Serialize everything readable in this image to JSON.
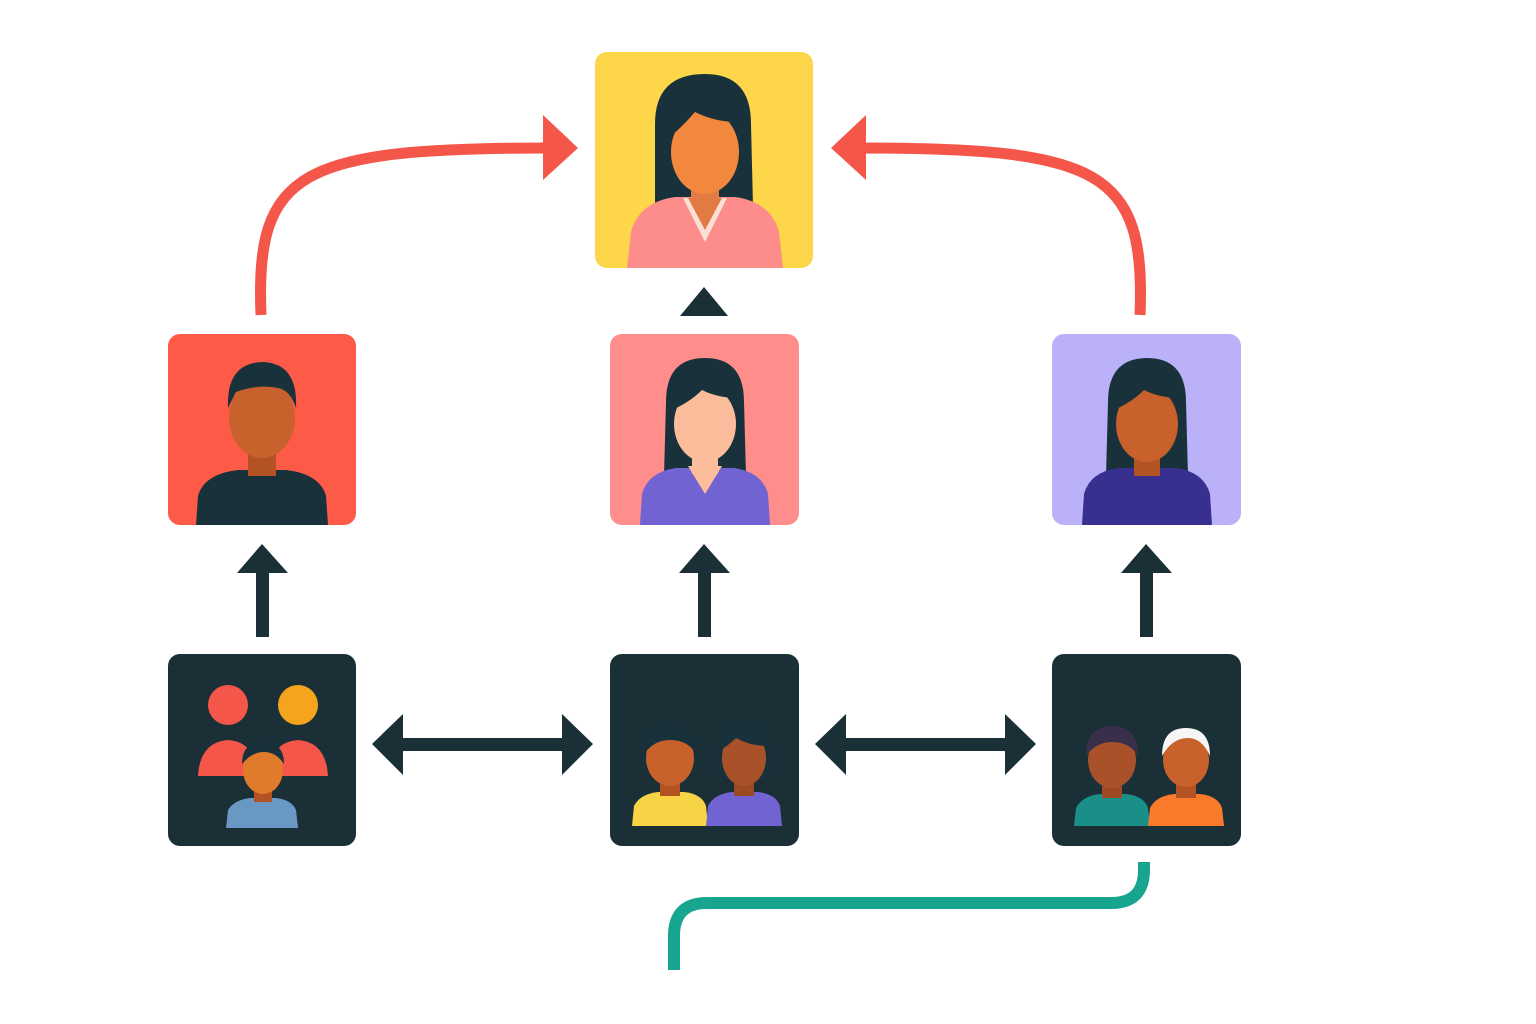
{
  "colors": {
    "arrow_dark": "#1b2f37",
    "arrow_red": "#f4574a",
    "line_teal": "#17a58f",
    "top_bg": "#fdd64a",
    "mid_left_bg": "#fd5b47",
    "mid_center_bg": "#fe8d8b",
    "mid_right_bg": "#bab1f8",
    "bottom_bg": "#1b2f37"
  },
  "nodes": [
    {
      "id": "top",
      "icon": "woman-avatar-icon"
    },
    {
      "id": "mid-left",
      "icon": "man-avatar-icon"
    },
    {
      "id": "mid-center",
      "icon": "woman-avatar-icon"
    },
    {
      "id": "mid-right",
      "icon": "woman-avatar-icon"
    },
    {
      "id": "bot-left",
      "icon": "group-icon"
    },
    {
      "id": "bot-center",
      "icon": "pair-icon"
    },
    {
      "id": "bot-right",
      "icon": "pair-icon"
    }
  ],
  "connections": [
    {
      "from": "mid-left",
      "to": "top",
      "style": "curved-red-arrow"
    },
    {
      "from": "mid-right",
      "to": "top",
      "style": "curved-red-arrow"
    },
    {
      "from": "mid-center",
      "to": "top",
      "style": "dark-arrowhead"
    },
    {
      "from": "bot-left",
      "to": "mid-left",
      "style": "dark-arrow"
    },
    {
      "from": "bot-center",
      "to": "mid-center",
      "style": "dark-arrow"
    },
    {
      "from": "bot-right",
      "to": "mid-right",
      "style": "dark-arrow"
    },
    {
      "from": "bot-left",
      "to": "bot-center",
      "style": "double-dark-arrow"
    },
    {
      "from": "bot-center",
      "to": "bot-right",
      "style": "double-dark-arrow"
    },
    {
      "from": "bot-right",
      "to": "off-page",
      "style": "teal-line"
    }
  ]
}
